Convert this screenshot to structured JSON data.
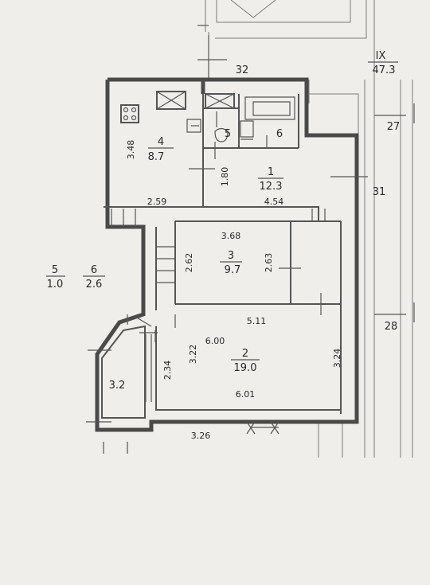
{
  "background": "#efeeea",
  "ink": "#2a2a2a",
  "rooms": [
    {
      "id": "4",
      "name": "4",
      "area": "8.7"
    },
    {
      "id": "1",
      "name": "1",
      "area": "12.3"
    },
    {
      "id": "3",
      "name": "3",
      "area": "9.7"
    },
    {
      "id": "2",
      "name": "2",
      "area": "19.0"
    },
    {
      "id": "5",
      "name": "5"
    },
    {
      "id": "6",
      "name": "6"
    }
  ],
  "legend_left": [
    {
      "num": "5",
      "area": "1.0"
    },
    {
      "num": "6",
      "area": "2.6"
    }
  ],
  "sections": {
    "ix_num": "IX",
    "ix_area": "47.3",
    "n32": "32",
    "n27": "27",
    "n31": "31",
    "n28": "28"
  },
  "dimensions": {
    "d348": "3.48",
    "d259": "2.59",
    "d180": "1.80",
    "d454": "4.54",
    "d368": "3.68",
    "d262": "2.62",
    "d263": "2.63",
    "d511": "5.11",
    "d600": "6.00",
    "d322": "3.22",
    "d234": "2.34",
    "d324": "3.24",
    "d601": "6.01",
    "d32": "3.2",
    "d326": "3.26"
  }
}
